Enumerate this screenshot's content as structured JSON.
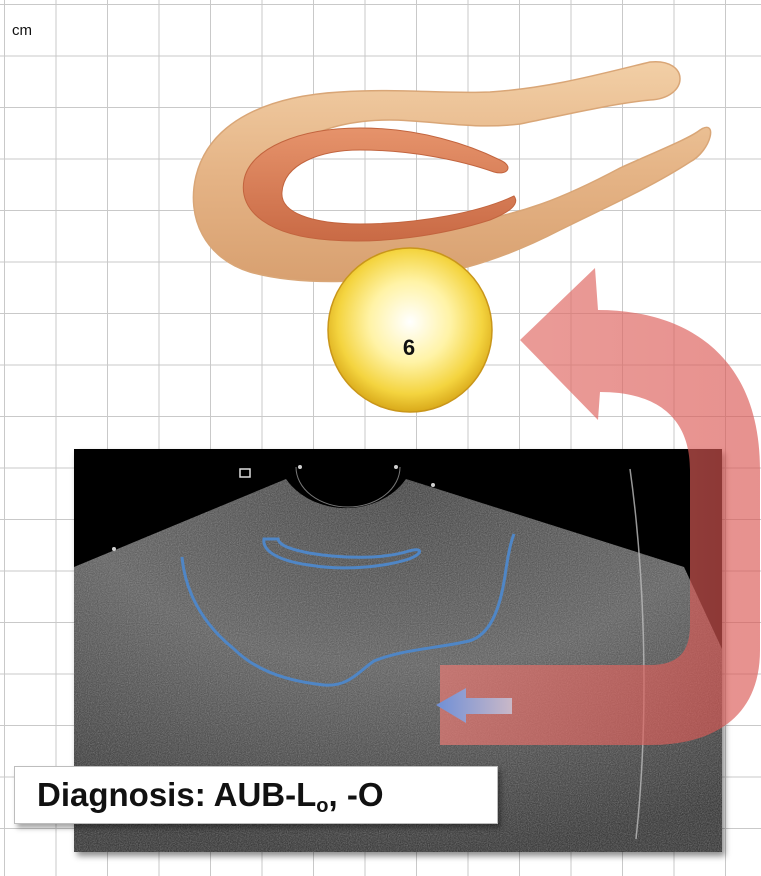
{
  "figure": {
    "unit_label": "cm",
    "lesion_number": "6",
    "diagnosis": {
      "prefix": "Diagnosis: AUB-L",
      "subscript": "o",
      "suffix": ", -O"
    }
  },
  "colors": {
    "uterus_wall": "#e8b98a",
    "endometrium": "#d9805a",
    "fibroid_ball": "#f2d34a",
    "arrow_red": "#d9534f",
    "arrow_blue": "#8fa8e0",
    "trace_blue": "#4f86c6",
    "grid_line": "#c9c9c9"
  },
  "icons": [
    "curved-arrow-icon",
    "pointer-arrow-icon"
  ]
}
